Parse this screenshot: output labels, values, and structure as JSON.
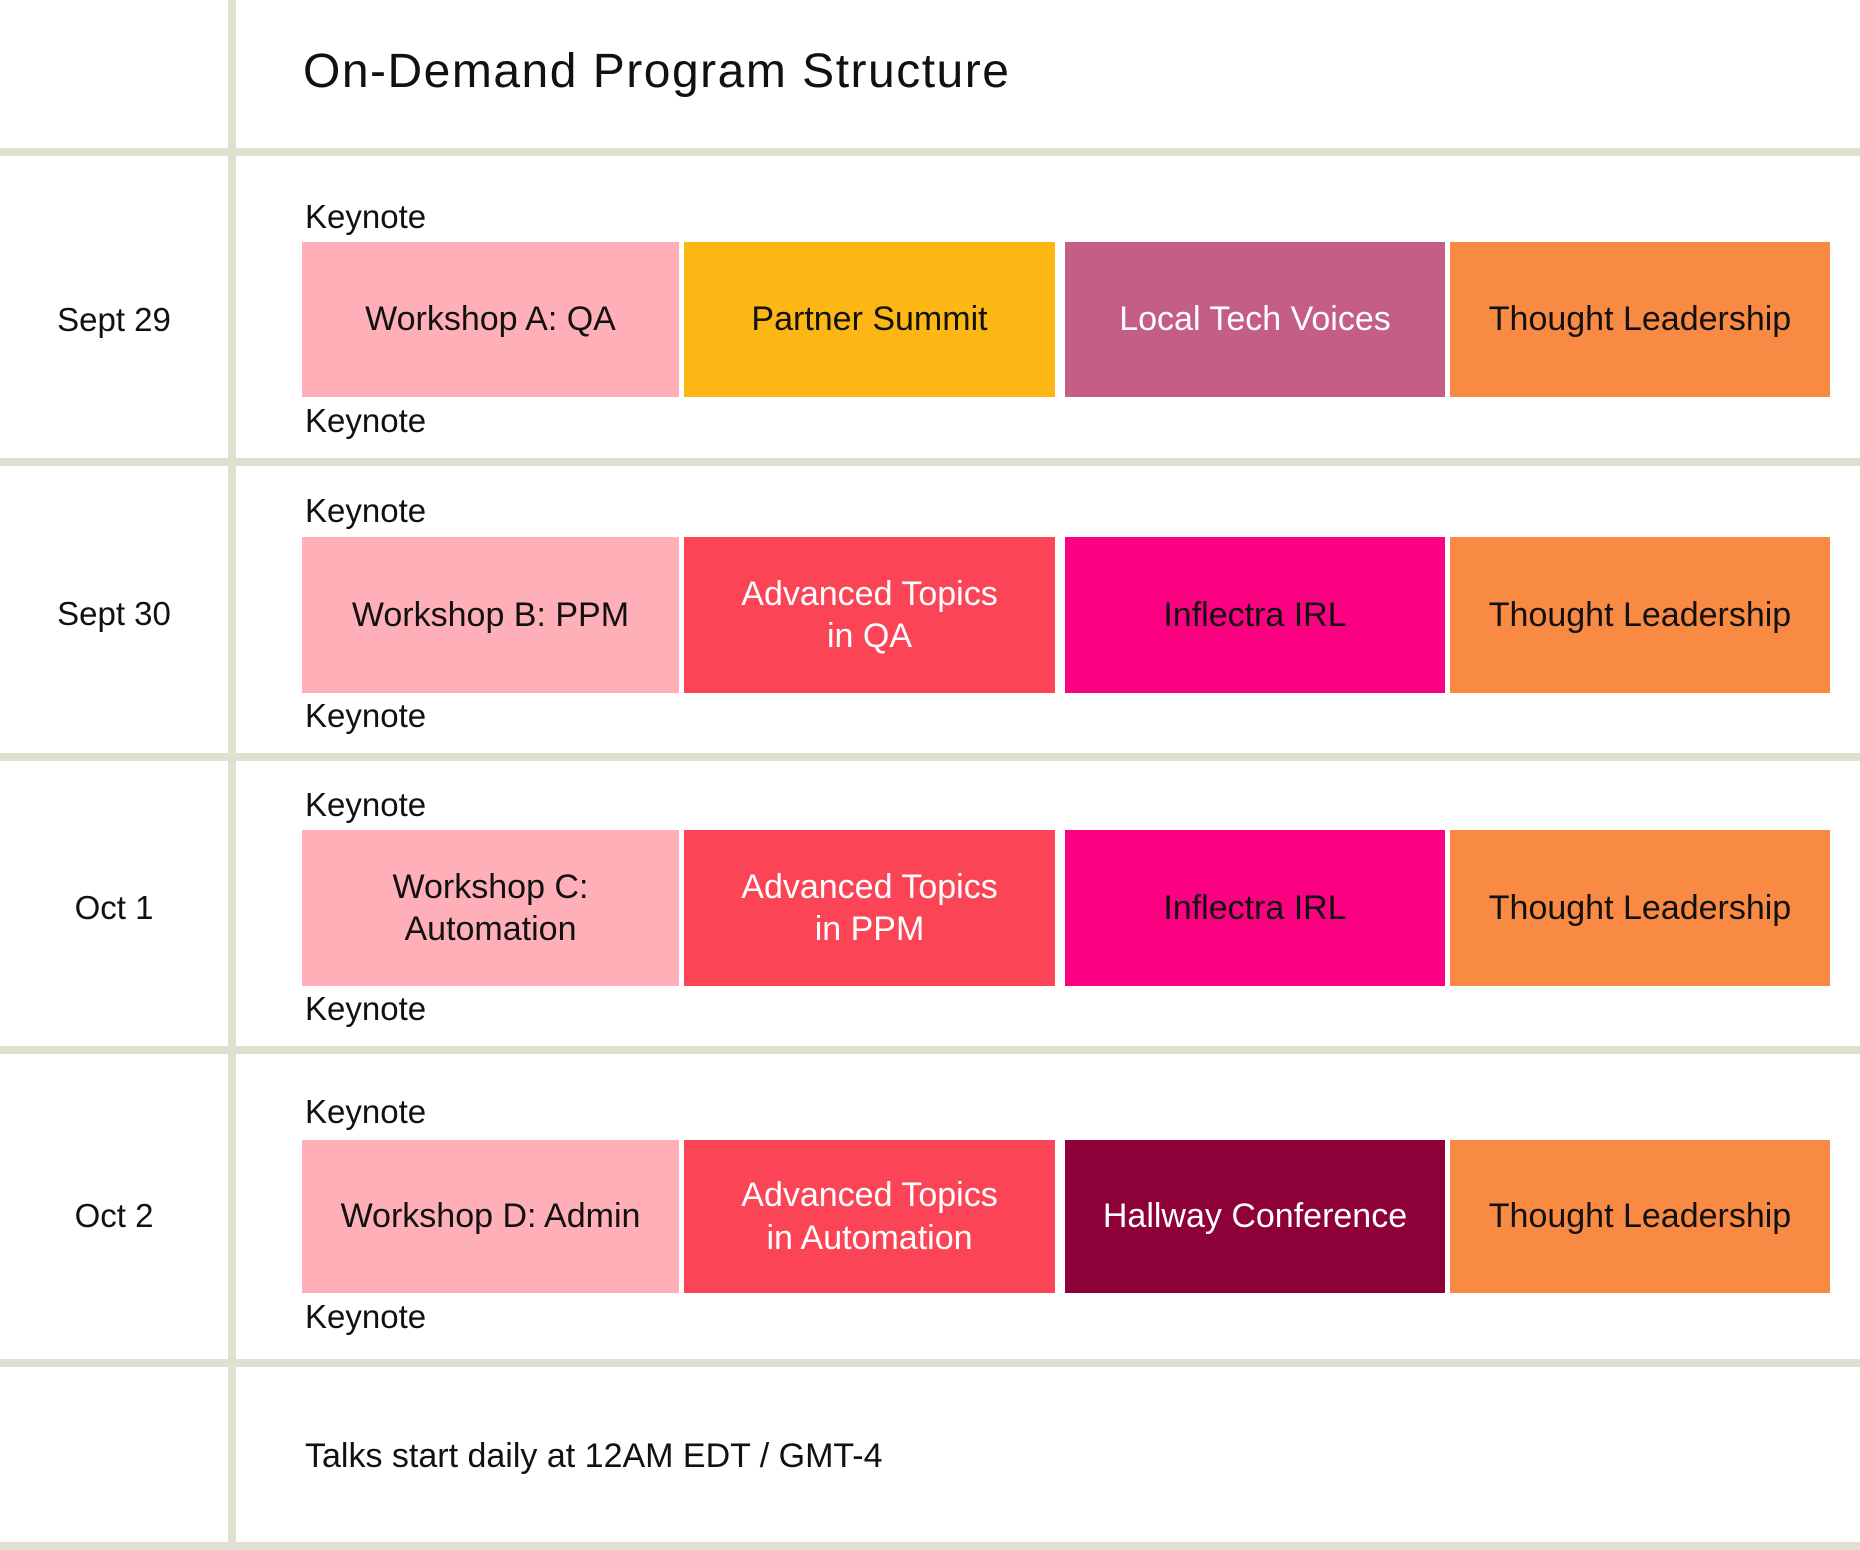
{
  "title": "On-Demand Program Structure",
  "keynote_label": "Keynote",
  "footer_note": "Talks start daily at 12AM EDT / GMT-4",
  "grid_color": "#DFE0D0",
  "rows": [
    {
      "date": "Sept 29",
      "sessions": [
        {
          "label": "Workshop A: QA",
          "bg": "#FFAFB8",
          "fg": "#111111"
        },
        {
          "label": "Partner Summit",
          "bg": "#FCB714",
          "fg": "#111111"
        },
        {
          "label": "Local Tech Voices",
          "bg": "#C55E86",
          "fg": "#FFFFFF"
        },
        {
          "label": "Thought Leadership",
          "bg": "#F98A43",
          "fg": "#111111"
        }
      ]
    },
    {
      "date": "Sept 30",
      "sessions": [
        {
          "label": "Workshop B: PPM",
          "bg": "#FFAFB8",
          "fg": "#111111"
        },
        {
          "label": "Advanced Topics\nin QA",
          "bg": "#FB4557",
          "fg": "#FFFFFF"
        },
        {
          "label": "Inflectra IRL",
          "bg": "#FB0081",
          "fg": "#111111"
        },
        {
          "label": "Thought Leadership",
          "bg": "#F98A43",
          "fg": "#111111"
        }
      ]
    },
    {
      "date": "Oct 1",
      "sessions": [
        {
          "label": "Workshop C:\nAutomation",
          "bg": "#FFAFB8",
          "fg": "#111111"
        },
        {
          "label": "Advanced Topics\nin PPM",
          "bg": "#FB4557",
          "fg": "#FFFFFF"
        },
        {
          "label": "Inflectra IRL",
          "bg": "#FB0081",
          "fg": "#111111"
        },
        {
          "label": "Thought Leadership",
          "bg": "#F98A43",
          "fg": "#111111"
        }
      ]
    },
    {
      "date": "Oct 2",
      "sessions": [
        {
          "label": "Workshop D: Admin",
          "bg": "#FFAFB8",
          "fg": "#111111"
        },
        {
          "label": "Advanced Topics\nin Automation",
          "bg": "#FB4557",
          "fg": "#FFFFFF"
        },
        {
          "label": "Hallway Conference",
          "bg": "#8D0038",
          "fg": "#FFFFFF"
        },
        {
          "label": "Thought Leadership",
          "bg": "#F98A43",
          "fg": "#111111"
        }
      ]
    }
  ]
}
